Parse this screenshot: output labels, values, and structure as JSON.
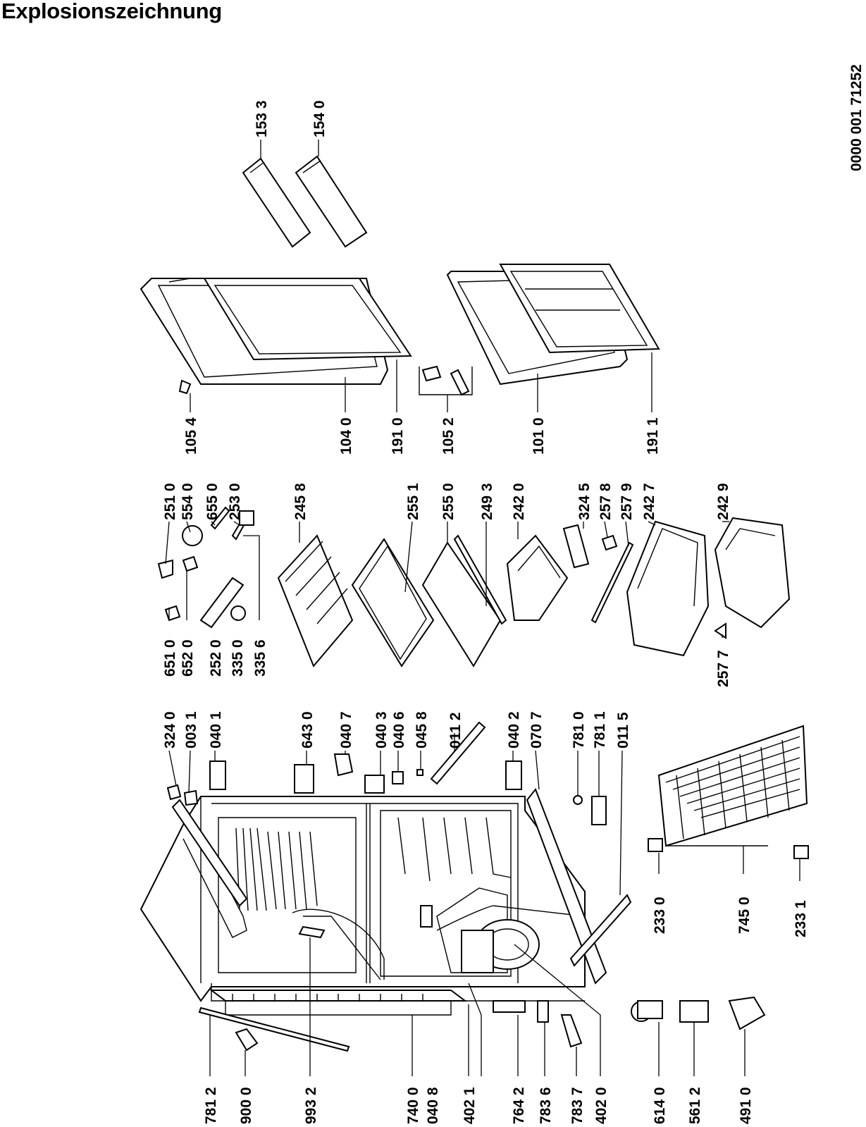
{
  "title": "Explosionszeichnung",
  "document_number": "0000 001 71252",
  "callouts": [
    {
      "id": "781-2",
      "text": "781 2"
    },
    {
      "id": "900-0",
      "text": "900 0"
    },
    {
      "id": "993-2",
      "text": "993 2"
    },
    {
      "id": "740-0",
      "text": "740 0"
    },
    {
      "id": "040-8",
      "text": "040 8"
    },
    {
      "id": "402-1",
      "text": "402 1"
    },
    {
      "id": "764-2",
      "text": "764 2"
    },
    {
      "id": "783-6",
      "text": "783 6"
    },
    {
      "id": "783-7",
      "text": "783 7"
    },
    {
      "id": "402-0",
      "text": "402 0"
    },
    {
      "id": "614-0",
      "text": "614 0"
    },
    {
      "id": "561-2",
      "text": "561 2"
    },
    {
      "id": "491-0",
      "text": "491 0"
    },
    {
      "id": "233-0",
      "text": "233 0"
    },
    {
      "id": "745-0",
      "text": "745 0"
    },
    {
      "id": "233-1",
      "text": "233 1"
    },
    {
      "id": "324-0",
      "text": "324 0"
    },
    {
      "id": "003-1",
      "text": "003 1"
    },
    {
      "id": "040-1",
      "text": "040 1"
    },
    {
      "id": "643-0",
      "text": "643 0"
    },
    {
      "id": "040-7",
      "text": "040 7"
    },
    {
      "id": "040-3",
      "text": "040 3"
    },
    {
      "id": "040-6",
      "text": "040 6"
    },
    {
      "id": "045-8",
      "text": "045 8"
    },
    {
      "id": "011-2",
      "text": "011 2"
    },
    {
      "id": "040-2",
      "text": "040 2"
    },
    {
      "id": "070-7",
      "text": "070 7"
    },
    {
      "id": "781-0",
      "text": "781 0"
    },
    {
      "id": "781-1",
      "text": "781 1"
    },
    {
      "id": "011-5",
      "text": "011 5"
    },
    {
      "id": "651-0",
      "text": "651 0"
    },
    {
      "id": "652-0",
      "text": "652 0"
    },
    {
      "id": "252-0",
      "text": "252 0"
    },
    {
      "id": "335-0",
      "text": "335 0"
    },
    {
      "id": "335-6",
      "text": "335 6"
    },
    {
      "id": "251-0",
      "text": "251 0"
    },
    {
      "id": "554-0",
      "text": "554 0"
    },
    {
      "id": "655-0",
      "text": "655 0"
    },
    {
      "id": "253-0",
      "text": "253 0"
    },
    {
      "id": "245-8",
      "text": "245 8"
    },
    {
      "id": "255-1",
      "text": "255 1"
    },
    {
      "id": "255-0",
      "text": "255 0"
    },
    {
      "id": "249-3",
      "text": "249 3"
    },
    {
      "id": "242-0",
      "text": "242 0"
    },
    {
      "id": "324-5",
      "text": "324 5"
    },
    {
      "id": "257-8",
      "text": "257 8"
    },
    {
      "id": "257-9",
      "text": "257 9"
    },
    {
      "id": "242-7",
      "text": "242 7"
    },
    {
      "id": "242-9",
      "text": "242 9"
    },
    {
      "id": "257-7",
      "text": "257 7"
    },
    {
      "id": "105-4",
      "text": "105 4"
    },
    {
      "id": "104-0",
      "text": "104 0"
    },
    {
      "id": "191-0",
      "text": "191 0"
    },
    {
      "id": "105-2",
      "text": "105 2"
    },
    {
      "id": "101-0",
      "text": "101 0"
    },
    {
      "id": "191-1",
      "text": "191 1"
    },
    {
      "id": "153-3",
      "text": "153 3"
    },
    {
      "id": "154-0",
      "text": "154 0"
    }
  ]
}
